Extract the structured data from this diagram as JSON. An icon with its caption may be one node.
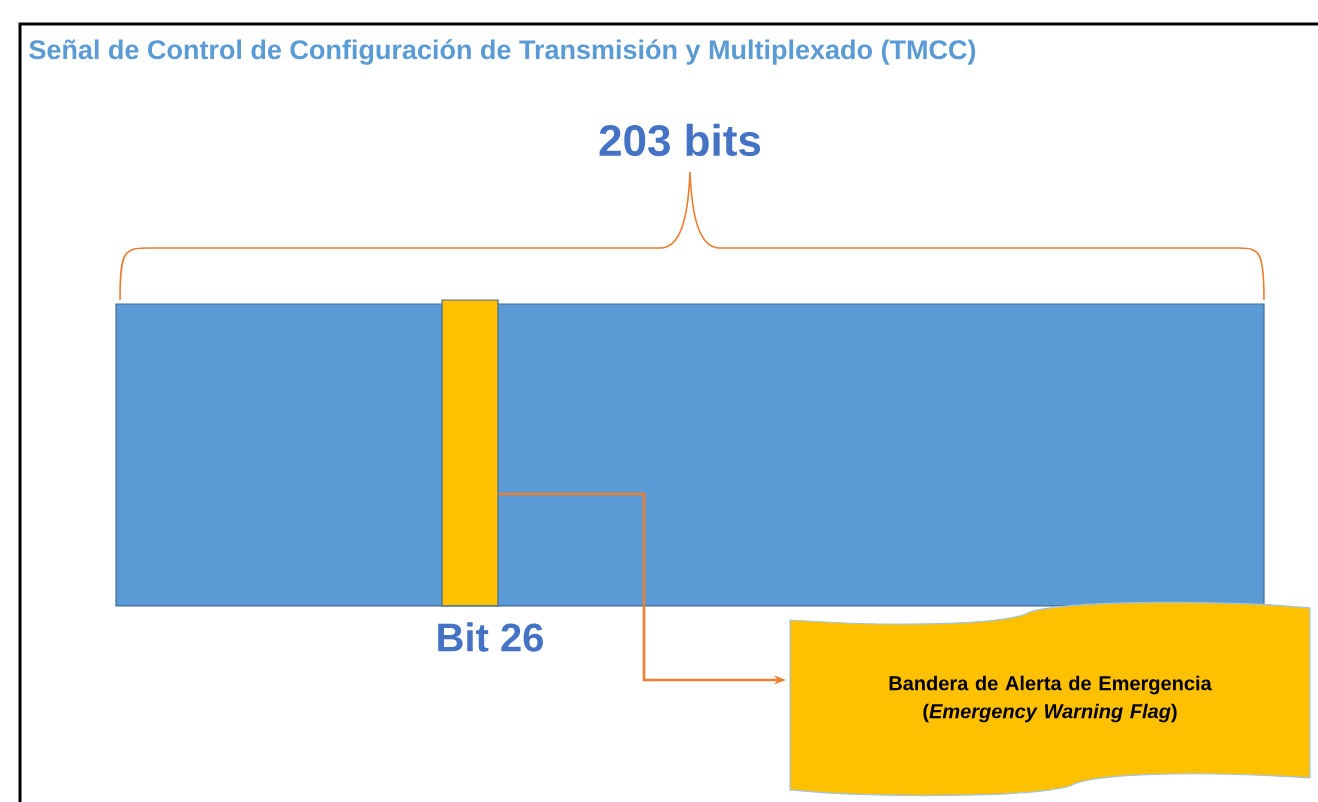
{
  "diagram": {
    "title": "Señal de Control de Configuración de Transmisión y Multiplexado (TMCC)",
    "nodes": [
      {
        "text": [],
        "shape": "bar"
      },
      {
        "text": [],
        "shape": "bar",
        "in": 0,
        "beside": [
          "Bit 26"
        ]
      },
      {
        "text": [
          "Bandera de Alerta de Emergencia (*Emergency Warning Flag*)"
        ]
      }
    ],
    "edges": [
      {
        "from": 1,
        "to": 2,
        "arrow": "to"
      }
    ],
    "labels": [
      "203 bits"
    ]
  }
}
